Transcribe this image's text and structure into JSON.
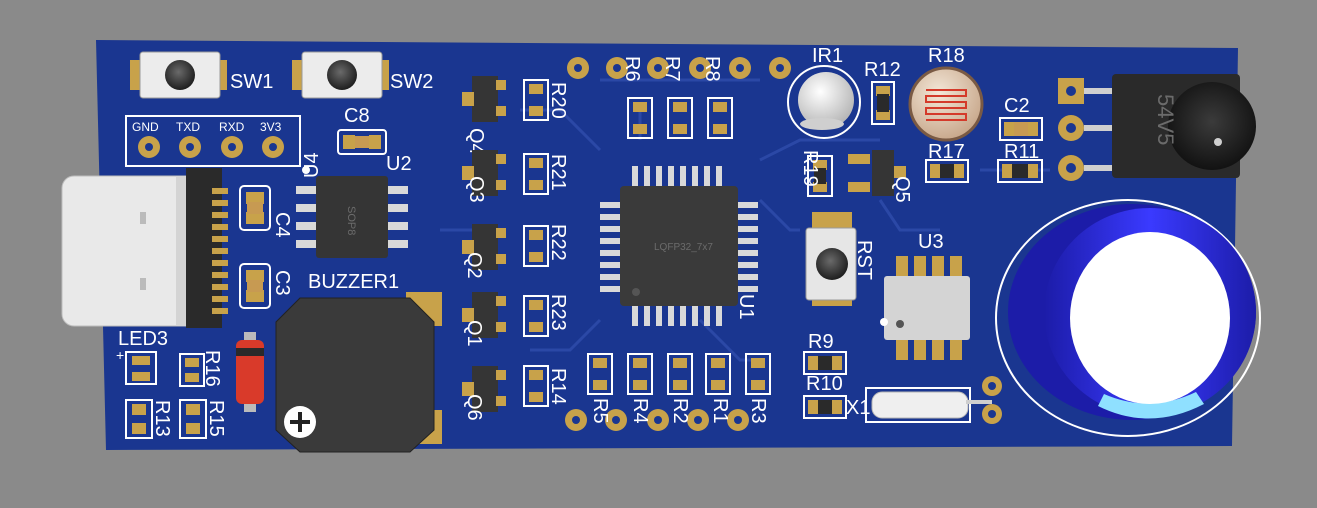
{
  "board": {
    "colors": {
      "background": "#8a8a8a",
      "board": "#1a3690",
      "trace": "#243f9a",
      "silkscreen": "#ffffff",
      "pad": "#c8a24a",
      "chip": "#3a3a3a",
      "capacitor_sleeve": "#2a2ad0",
      "capacitor_stripe": "#8fe0ff"
    },
    "labels": {
      "sw1": "SW1",
      "sw2": "SW2",
      "gnd": "GND",
      "txd": "TXD",
      "rxd": "RXD",
      "v3v3": "3V3",
      "u4": "U4",
      "c8": "C8",
      "u2": "U2",
      "sop8": "SOP8",
      "c4": "C4",
      "c3": "C3",
      "buzzer1": "BUZZER1",
      "led3": "LED3",
      "r16": "R16",
      "r13": "R13",
      "r15": "R15",
      "q4": "Q4",
      "q3": "Q3",
      "q2": "Q2",
      "q1": "Q1",
      "q6": "Q6",
      "r20": "R20",
      "r21": "R21",
      "r22": "R22",
      "r23": "R23",
      "r14": "R14",
      "r6": "R6",
      "r7": "R7",
      "r8": "R8",
      "u1": "U1",
      "lqfp": "LQFP32_7x7",
      "r5": "R5",
      "r4": "R4",
      "r2": "R2",
      "r1": "R1",
      "r3": "R3",
      "ir1": "IR1",
      "r12": "R12",
      "r18": "R18",
      "r19": "R19",
      "q5": "Q5",
      "r17": "R17",
      "c2": "C2",
      "r11": "R11",
      "s4v5": "54V5",
      "rst": "RST",
      "u3": "U3",
      "r9": "R9",
      "r10": "R10",
      "x1": "X1"
    }
  }
}
